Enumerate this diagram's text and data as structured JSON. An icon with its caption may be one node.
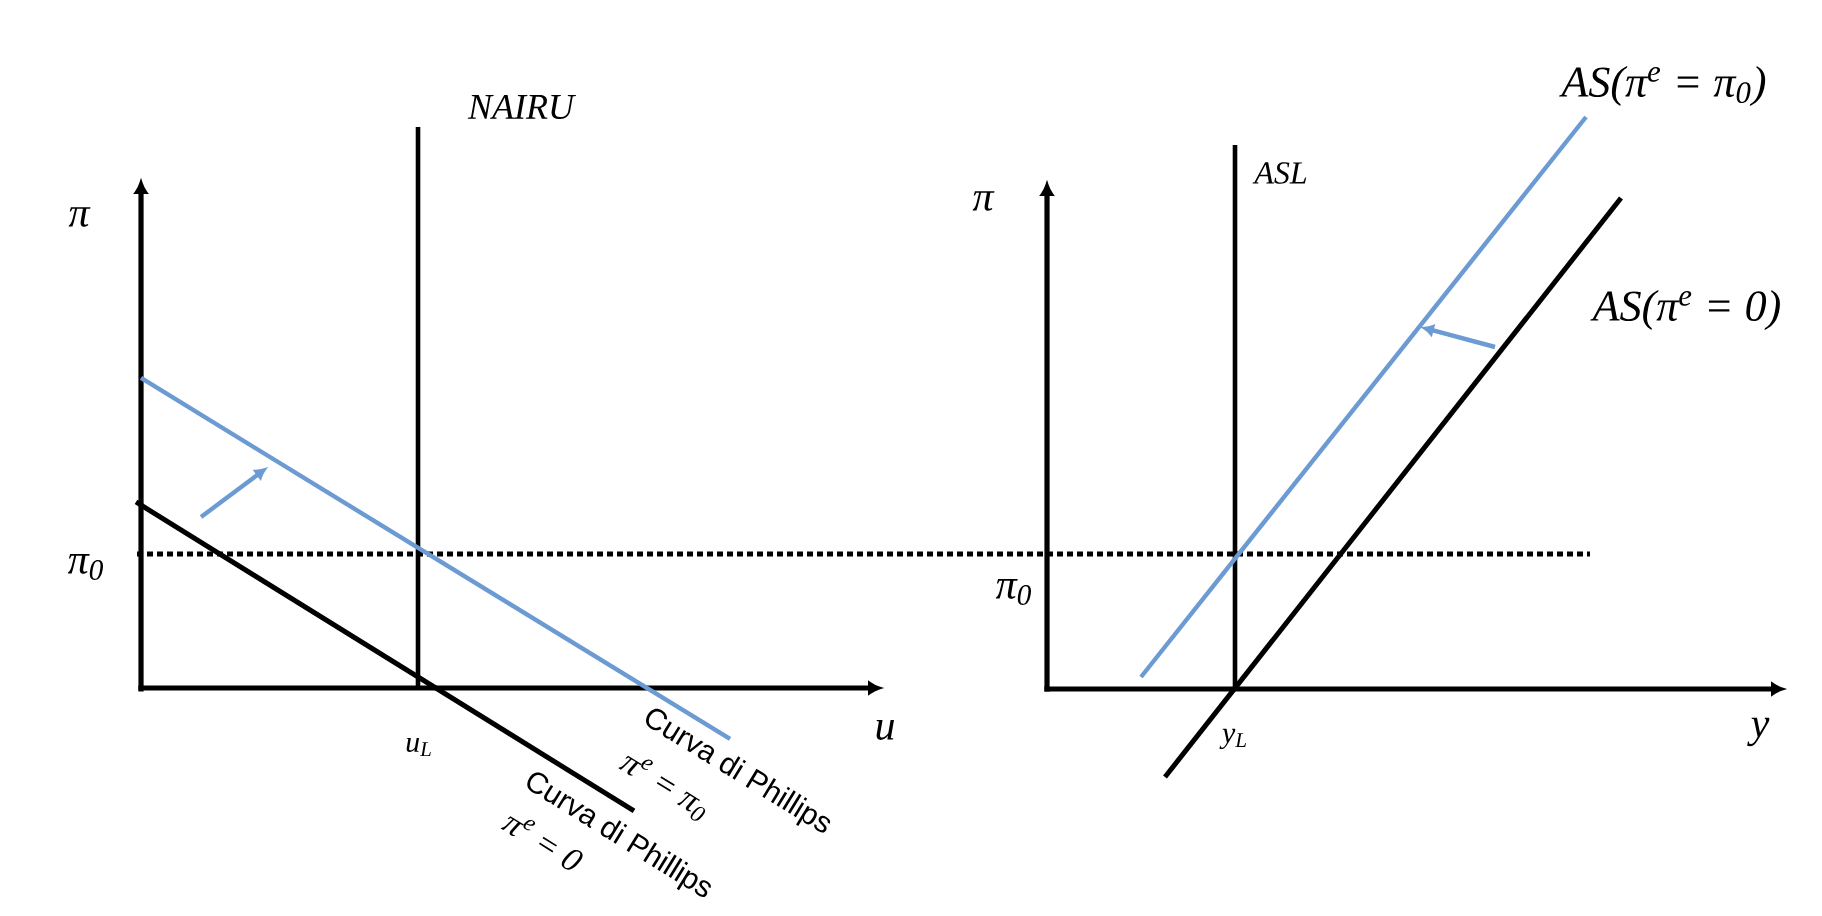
{
  "diagram": {
    "labels": [
      "NAIRU",
      "π",
      "π$_{0}$",
      "u$_{L}$",
      "u",
      "Curva di Phillips",
      "π$^{e}$ = π$_{0}$",
      "Curva di Phillips",
      "π$^{e}$ = 0",
      "AS(π$^{e}$ = π$_{0}$)",
      "ASL",
      "π",
      "AS(π$^{e}$ = 0)",
      "π$_{0}$",
      "y$_{L}$",
      "y"
    ]
  }
}
